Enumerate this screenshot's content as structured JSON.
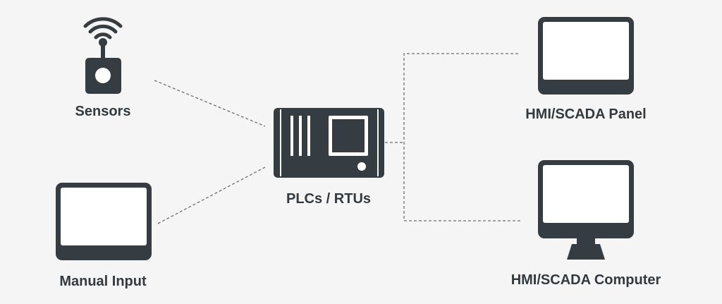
{
  "nodes": {
    "sensors": {
      "label": "Sensors",
      "icon": "sensor-icon"
    },
    "manual_input": {
      "label": "Manual Input",
      "icon": "tablet-icon"
    },
    "plc": {
      "label": "PLCs / RTUs",
      "icon": "plc-icon"
    },
    "hmi_panel": {
      "label": "HMI/SCADA Panel",
      "icon": "panel-icon"
    },
    "hmi_computer": {
      "label": "HMI/SCADA Computer",
      "icon": "monitor-icon"
    }
  },
  "colors": {
    "background": "#f5f5f5",
    "device": "#353d42",
    "label": "#333a3f",
    "connector": "#6b6f72"
  }
}
